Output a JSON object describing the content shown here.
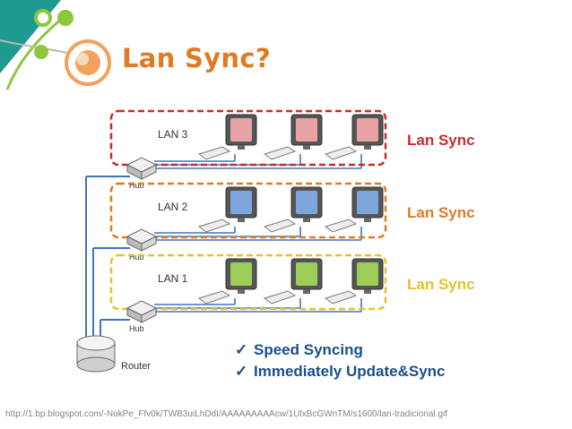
{
  "slide": {
    "title": "Lan Sync?",
    "source_caption": "http://1.bp.blogspot.com/-NokPe_Ffv0k/TWB3uiLhDdI/AAAAAAAAAcw/1UlxBcGWnTM/s1600/lan-tradicional.gif"
  },
  "diagram": {
    "lans": [
      {
        "label": "LAN 3",
        "sync_label": "Lan Sync",
        "color": "#cc2a2a",
        "screen_color": "#e7a2a6"
      },
      {
        "label": "LAN 2",
        "sync_label": "Lan Sync",
        "color": "#e07b24",
        "screen_color": "#7fa6dc"
      },
      {
        "label": "LAN 1",
        "sync_label": "Lan Sync",
        "color": "#e8c02a",
        "screen_color": "#9ccd56"
      }
    ],
    "hub_label": "Hub",
    "router_label": "Router",
    "cable_color": "#3f74c0"
  },
  "bullets": [
    "Speed Syncing",
    "Immediately Update&Sync"
  ],
  "colors": {
    "accent_orange": "#e07b24",
    "teal": "#1e9a8e",
    "green": "#8dc63f"
  }
}
